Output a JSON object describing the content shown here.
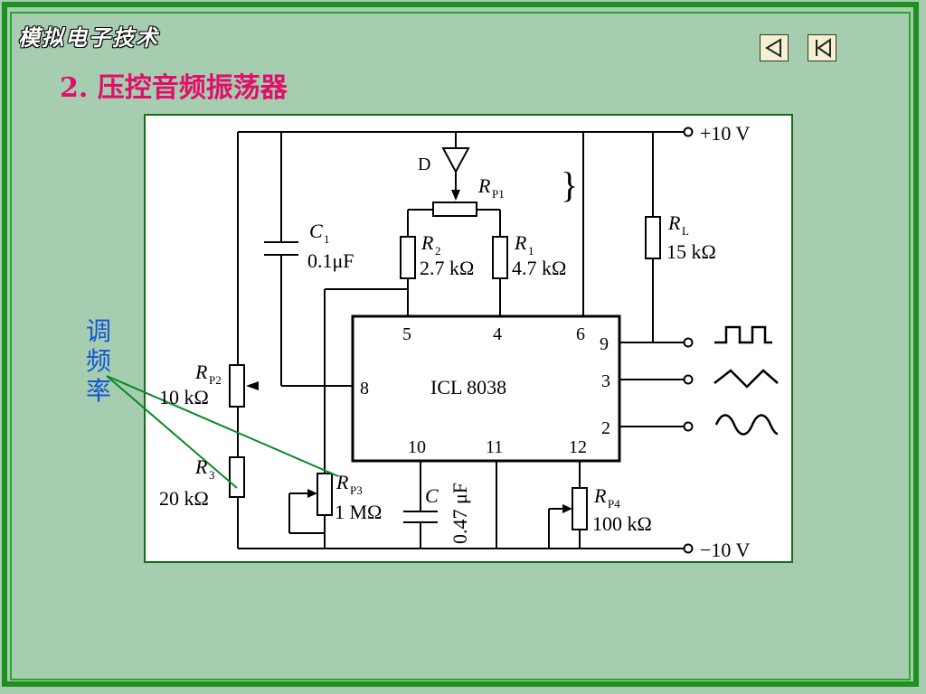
{
  "header": {
    "brand": "模拟电子技术",
    "title": "2. 压控音频振荡器"
  },
  "side_label": [
    "调",
    "频",
    "率"
  ],
  "circuit": {
    "supply_pos": "+10 V",
    "supply_neg": "−10 V",
    "ic_name": "ICL 8038",
    "pins": {
      "p5": "5",
      "p4": "4",
      "p6": "6",
      "p8": "8",
      "p9": "9",
      "p3": "3",
      "p2": "2",
      "p10": "10",
      "p11": "11",
      "p12": "12"
    },
    "diode": "D",
    "rp1": {
      "name": "R",
      "sub": "P1"
    },
    "c1": {
      "name": "C",
      "sub": "1",
      "value": "0.1μF"
    },
    "r2": {
      "name": "R",
      "sub": "2",
      "value": "2.7 kΩ"
    },
    "r1": {
      "name": "R",
      "sub": "1",
      "value": "4.7 kΩ"
    },
    "rl": {
      "name": "R",
      "sub": "L",
      "value": "15 kΩ"
    },
    "rp2": {
      "name": "R",
      "sub": "P2",
      "value": "10 kΩ"
    },
    "r3": {
      "name": "R",
      "sub": "3",
      "value": "20 kΩ"
    },
    "rp3": {
      "name": "R",
      "sub": "P3",
      "value": "1 MΩ"
    },
    "c": {
      "name": "C",
      "value": "0.47 μF"
    },
    "rp4": {
      "name": "R",
      "sub": "P4",
      "value": "100 kΩ"
    },
    "brace": "}"
  },
  "colors": {
    "background": "#a6cdb0",
    "frame": "#1f8f1f",
    "title": "#e0106a",
    "side_label": "#1456d6",
    "pointer_lines": "#0a8a2a"
  },
  "icons": {
    "prev": "triangle-left-icon",
    "first": "skip-to-start-icon",
    "square_wave": "square-wave-icon",
    "triangle_wave": "triangle-wave-icon",
    "sine_wave": "sine-wave-icon"
  }
}
